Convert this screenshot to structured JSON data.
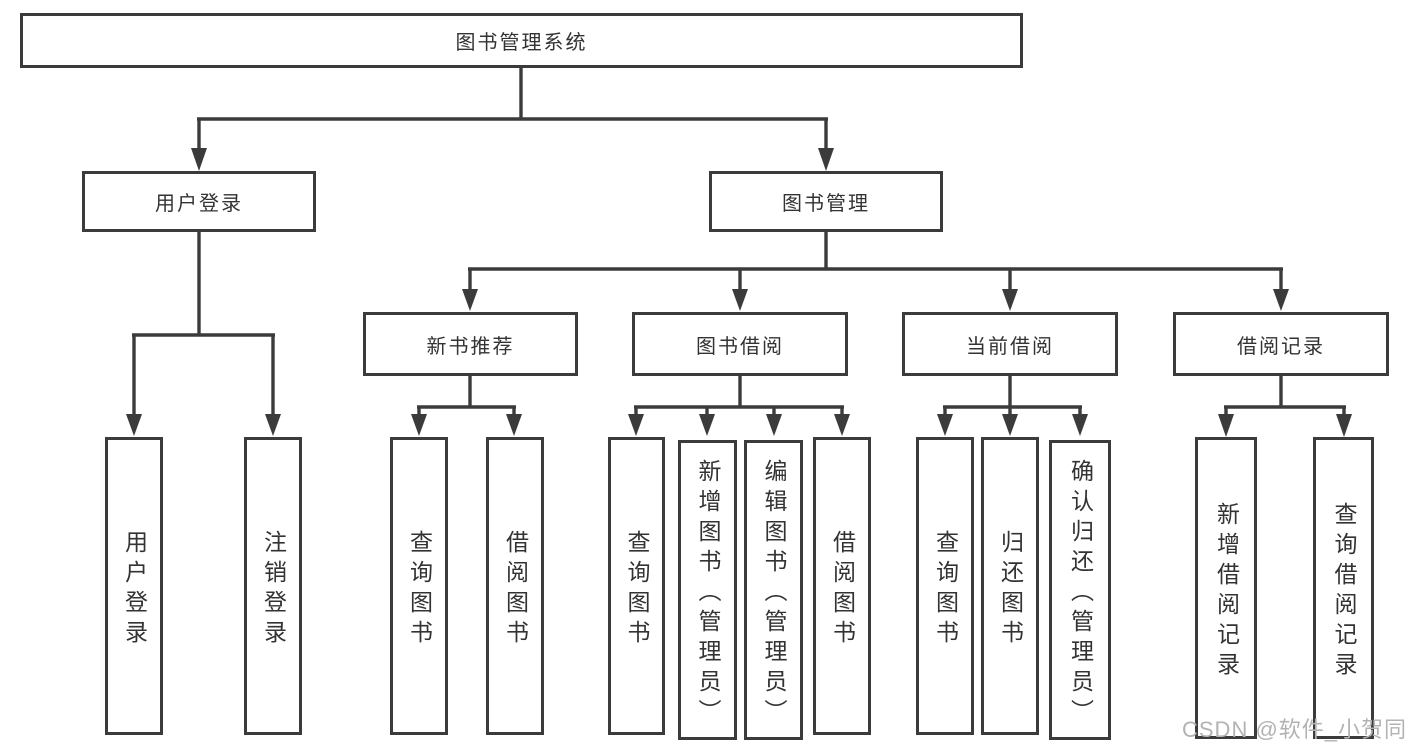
{
  "root": {
    "label": "图书管理系统"
  },
  "level2": [
    {
      "id": "user-login",
      "label": "用户登录"
    },
    {
      "id": "book-management",
      "label": "图书管理"
    }
  ],
  "level3": [
    {
      "id": "new-book-recommend",
      "label": "新书推荐"
    },
    {
      "id": "book-borrow",
      "label": "图书借阅"
    },
    {
      "id": "current-borrow",
      "label": "当前借阅"
    },
    {
      "id": "borrow-records",
      "label": "借阅记录"
    }
  ],
  "leaves": [
    {
      "group": "用户登录",
      "label": "用户登录"
    },
    {
      "group": "用户登录",
      "label": "注销登录"
    },
    {
      "group": "新书推荐",
      "label": "查询图书"
    },
    {
      "group": "新书推荐",
      "label": "借阅图书"
    },
    {
      "group": "图书借阅",
      "label": "查询图书"
    },
    {
      "group": "图书借阅",
      "label": "新增图书（管理员）"
    },
    {
      "group": "图书借阅",
      "label": "编辑图书（管理员）"
    },
    {
      "group": "图书借阅",
      "label": "借阅图书"
    },
    {
      "group": "当前借阅",
      "label": "查询图书"
    },
    {
      "group": "当前借阅",
      "label": "归还图书"
    },
    {
      "group": "当前借阅",
      "label": "确认归还（管理员）"
    },
    {
      "group": "借阅记录",
      "label": "新增借阅记录"
    },
    {
      "group": "借阅记录",
      "label": "查询借阅记录"
    }
  ],
  "watermark": {
    "text": "CSDN @软件_小贺同学"
  },
  "colors": {
    "line": "#3b3b3b",
    "text": "#333333",
    "background": "#ffffff",
    "watermark": "#b3b3b3"
  }
}
